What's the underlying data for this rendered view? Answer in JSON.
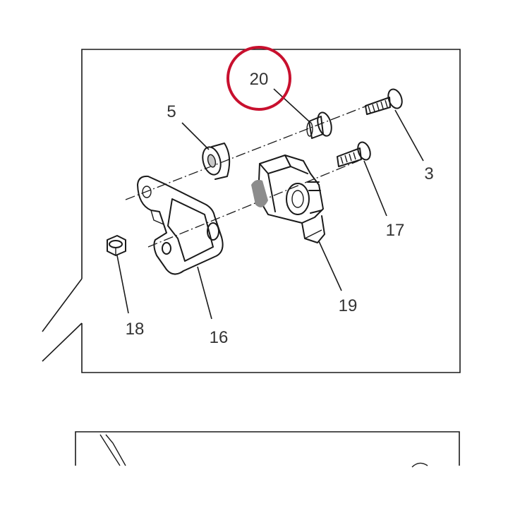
{
  "parts": [
    {
      "id": "p20",
      "label": "20",
      "highlighted": true
    },
    {
      "id": "p5",
      "label": "5"
    },
    {
      "id": "p3",
      "label": "3"
    },
    {
      "id": "p17",
      "label": "17"
    },
    {
      "id": "p19",
      "label": "19"
    },
    {
      "id": "p18",
      "label": "18"
    },
    {
      "id": "p16",
      "label": "16"
    }
  ],
  "colors": {
    "highlight": "#c8102e",
    "line": "#1a1a1a",
    "text": "#333333"
  }
}
